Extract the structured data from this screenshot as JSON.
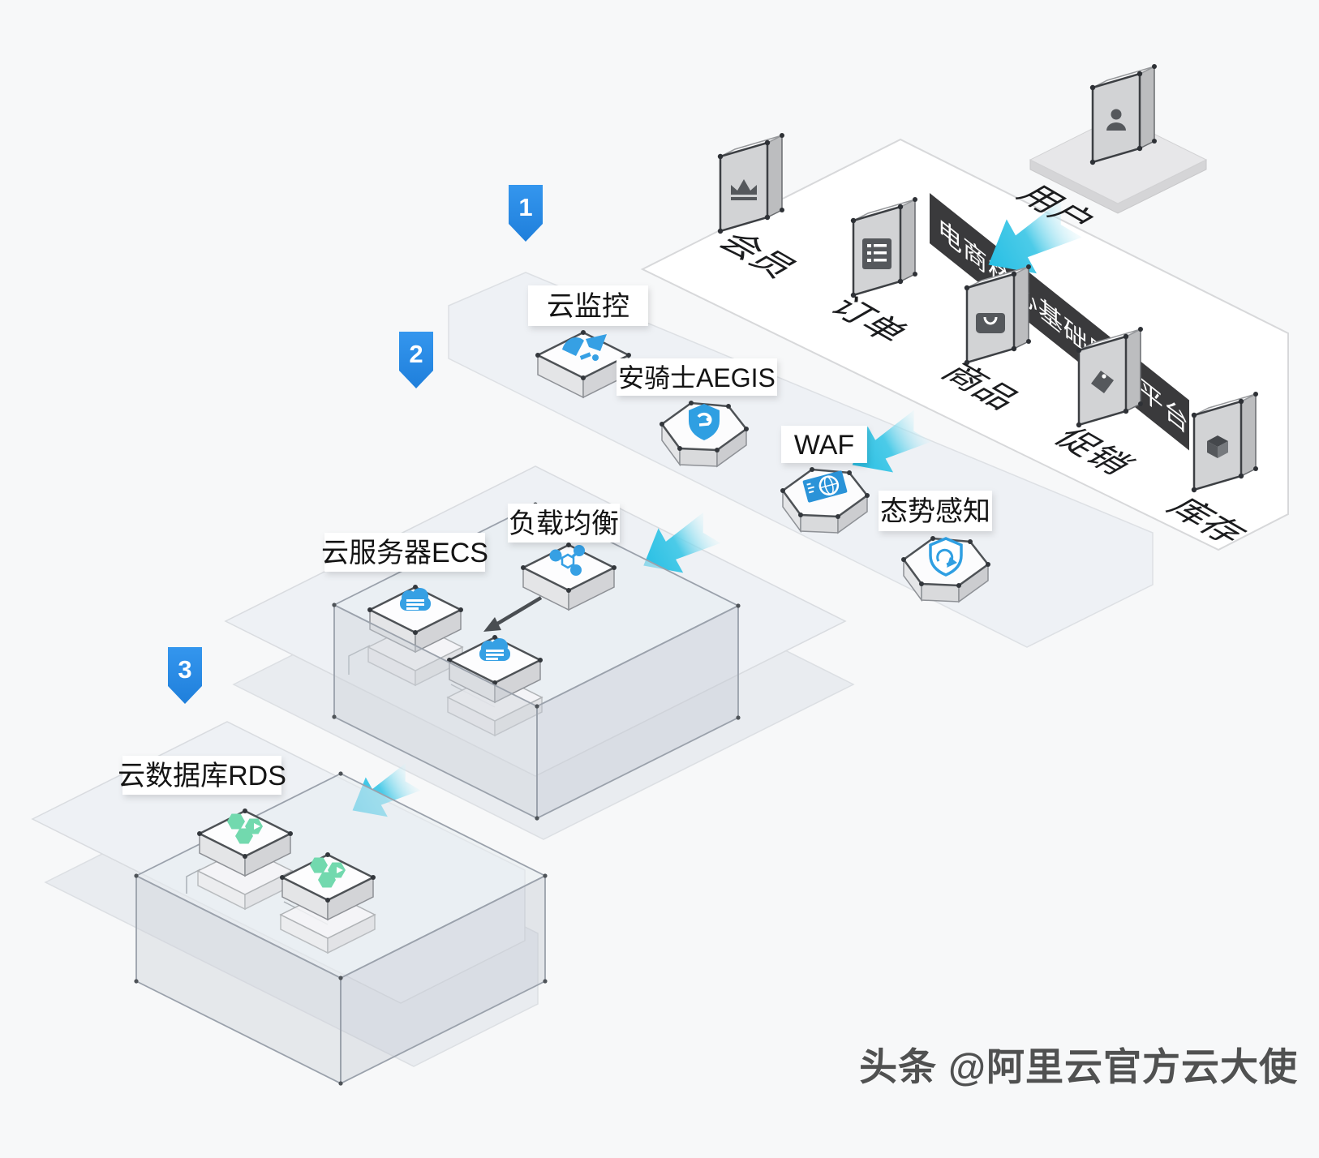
{
  "banner": {
    "text": "电商核心基础服务平台",
    "bg": "#3a3a3c"
  },
  "user_node": {
    "label": "用户",
    "icon": "user-icon"
  },
  "core_services": [
    {
      "label": "会员",
      "icon": "crown-icon"
    },
    {
      "label": "订单",
      "icon": "order-list-icon"
    },
    {
      "label": "商品",
      "icon": "shopping-bag-icon"
    },
    {
      "label": "促销",
      "icon": "price-tag-icon"
    },
    {
      "label": "库存",
      "icon": "package-box-icon"
    }
  ],
  "steps": [
    {
      "number": "1"
    },
    {
      "number": "2"
    },
    {
      "number": "3"
    }
  ],
  "security_nodes": [
    {
      "label": "云监控",
      "icon": "cloud-monitor-icon"
    },
    {
      "label": "安骑士AEGIS",
      "icon": "aegis-shield-icon"
    },
    {
      "label": "WAF",
      "icon": "waf-globe-icon"
    },
    {
      "label": "态势感知",
      "icon": "situation-awareness-shield-icon"
    }
  ],
  "compute": {
    "lb_label": "负载均衡",
    "ecs_label": "云服务器ECS"
  },
  "database": {
    "rds_label": "云数据库RDS"
  },
  "watermark": {
    "text": "头条 @阿里云官方云大使"
  },
  "colors": {
    "pin_blue": "#2b8ce6",
    "arrow_cyan": "#35c3e4",
    "icon_blue": "#36a0e4",
    "icon_green": "#72d9ae",
    "banner_bg": "#3a3a3c",
    "platform_white": "#ffffff",
    "platform_gray": "#eef1f5"
  }
}
